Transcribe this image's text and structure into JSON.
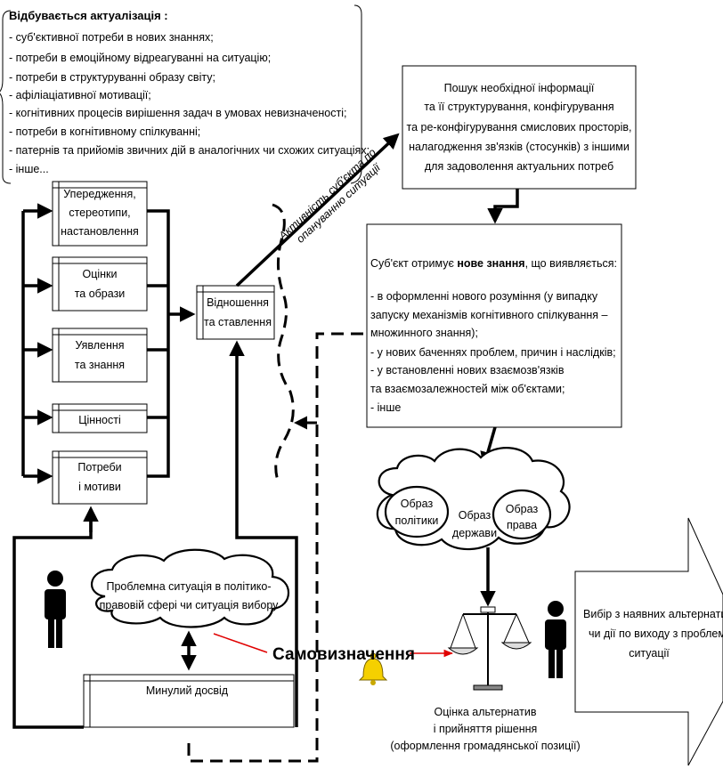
{
  "actualization": {
    "title": "Відбувається актуалізація :",
    "items": [
      "- суб'єктивної потреби в нових знаннях;",
      "- потреби в емоційному відреагуванні на ситуацію;",
      "- потреби в структуруванні образу світу;",
      "- афіліацiативної мотивації;",
      "- когнітивних процесів вирішення задач в умовах невизначеності;",
      "- потреби в когнітивному спілкуванні;",
      "- патернів та прийомів звичних дій в аналогічних чи схожих ситуаціях;",
      "- інше..."
    ]
  },
  "left_boxes": [
    [
      "Упередження,",
      "стереотипи,",
      "настановлення"
    ],
    [
      "Оцінки",
      "та образи"
    ],
    [
      "Уявлення",
      "та знання"
    ],
    [
      "Цінності"
    ],
    [
      "Потреби",
      "і мотиви"
    ]
  ],
  "relations_box": [
    "Відношення",
    "та ставлення"
  ],
  "activity_label": [
    "Активність суб'єкта по",
    "опануванню ситуації"
  ],
  "search_box": [
    "Пошук необхідної інформації",
    "та її структурування, конфігурування",
    "та ре-конфігурування смислових просторів,",
    "налагодження зв'язків (стосунків) з іншими",
    "для задоволення актуальних потреб"
  ],
  "new_knowledge": {
    "intro_before": "Суб'єкт отримує ",
    "intro_bold": "нове знання",
    "intro_after": ", що виявляється:",
    "lines": [
      "- в оформленні нового розуміння (у випадку",
      "запуску механізмів когнітивного спілкування –",
      "множинного знання);",
      "- у нових баченнях проблем, причин і наслідків;",
      "- у встановленні нових взаємозв'язків",
      "та взаємозалежностей між об'єктами;",
      "- інше"
    ]
  },
  "images_cloud": {
    "politics": [
      "Образ",
      "політики"
    ],
    "state": [
      "Образ",
      "держави"
    ],
    "law": [
      "Образ",
      "права"
    ]
  },
  "problem_cloud": [
    "Проблемна ситуація в політико-",
    "правовій сфері чи ситуація вибору"
  ],
  "self_determination": "Самовизначення",
  "past_experience": "Минулий досвід",
  "evaluation": [
    "Оцінка альтернатив",
    "і прийняття рішення",
    "(оформлення громадянської позиції)"
  ],
  "choice": [
    "Вибір з наявних альтернатив",
    "чи дії по виходу з проблемної",
    "ситуації"
  ],
  "colors": {
    "line": "#000000",
    "accent": "#e00000",
    "bell": "#f5d000"
  }
}
